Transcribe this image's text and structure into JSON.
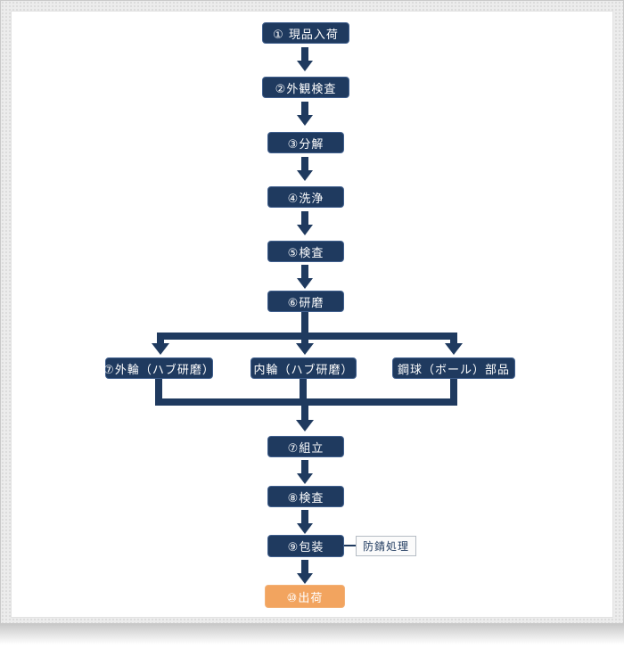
{
  "flow": {
    "steps_top": [
      {
        "label": "① 現品入荷"
      },
      {
        "label": "②外観検査"
      },
      {
        "label": "③分解"
      },
      {
        "label": "④洗浄"
      },
      {
        "label": "⑤検査"
      },
      {
        "label": "⑥研磨"
      }
    ],
    "branches": [
      {
        "label": "⑦外輪（ハブ研磨）"
      },
      {
        "label": "内輪（ハブ研磨）"
      },
      {
        "label": "鋼球（ボール）部品"
      }
    ],
    "steps_bottom": [
      {
        "label": "⑦組立"
      },
      {
        "label": "⑧検査"
      },
      {
        "label": "⑨包装"
      },
      {
        "label": "⑩出荷"
      }
    ],
    "side_note": {
      "label": "防錆処理"
    }
  },
  "colors": {
    "box_navy": "#1f3a5f",
    "box_orange": "#f2a45f",
    "arrow_navy": "#1f3a5f",
    "side_note_border": "#b5bcc4",
    "side_note_bg": "#fbfbfb"
  }
}
